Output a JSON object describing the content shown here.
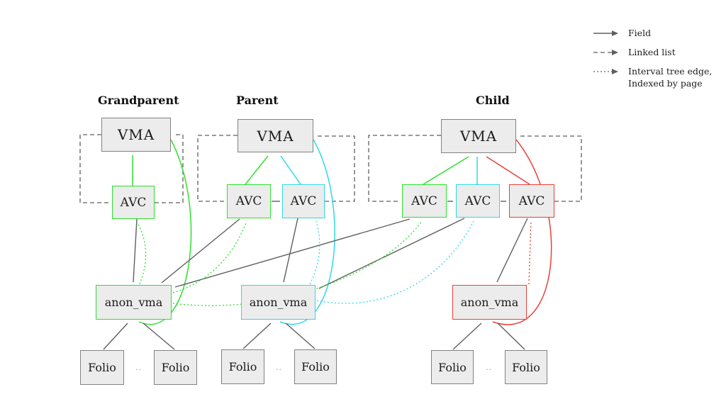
{
  "colors": {
    "green": "#2ee02e",
    "cyan": "#2fd8e6",
    "red": "#e8413c",
    "gray": "#5f5f5f",
    "box_fill": "#ececec",
    "box_border": "#828282",
    "background": "#ffffff"
  },
  "legend": {
    "field_label": "Field",
    "linked_list_label": "Linked list",
    "interval_tree_label_line1": "Interval tree edge,",
    "interval_tree_label_line2": "Indexed by page"
  },
  "columns": [
    {
      "title": "Grandparent",
      "vma_label": "VMA",
      "avc_labels": [
        "AVC"
      ],
      "anon_vma_label": "anon_vma",
      "folio_labels": [
        "Folio",
        "Folio"
      ],
      "ellipsis": ".."
    },
    {
      "title": "Parent",
      "vma_label": "VMA",
      "avc_labels": [
        "AVC",
        "AVC"
      ],
      "anon_vma_label": "anon_vma",
      "folio_labels": [
        "Folio",
        "Folio"
      ],
      "ellipsis": ".."
    },
    {
      "title": "Child",
      "vma_label": "VMA",
      "avc_labels": [
        "AVC",
        "AVC",
        "AVC"
      ],
      "anon_vma_label": "anon_vma",
      "folio_labels": [
        "Folio",
        "Folio"
      ],
      "ellipsis": ".."
    }
  ]
}
